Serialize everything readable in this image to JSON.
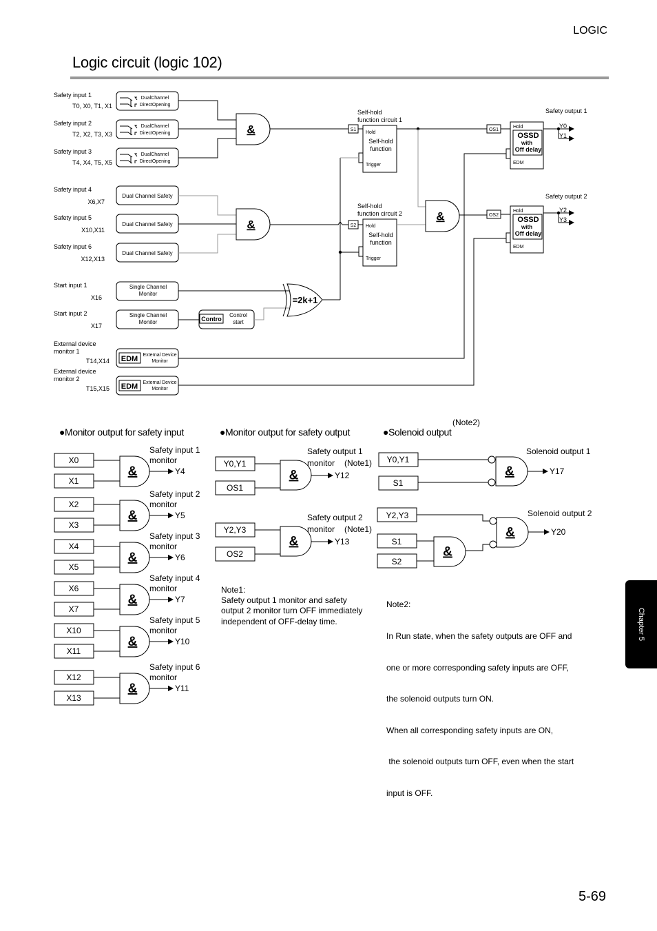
{
  "header": {
    "section": "LOGIC",
    "title": "Logic circuit (logic 102)",
    "page_number": "5-69",
    "chapter_tab": "Chapter 5"
  },
  "diagram": {
    "and_symbol": "&",
    "xor_label": "=2k+1",
    "safety_inputs": [
      {
        "label": "Safety input 1",
        "terminals": "T0, X0, T1, X1",
        "block1": "DualChannel",
        "block2": "DirectOpening"
      },
      {
        "label": "Safety input 2",
        "terminals": "T2, X2, T3, X3",
        "block1": "DualChannel",
        "block2": "DirectOpening"
      },
      {
        "label": "Safety input 3",
        "terminals": "T4, X4, T5, X5",
        "block1": "DualChannel",
        "block2": "DirectOpening"
      },
      {
        "label": "Safety input 4",
        "terminals": "X6,X7",
        "block1": "Dual Channel Safety"
      },
      {
        "label": "Safety input 5",
        "terminals": "X10,X11",
        "block1": "Dual Channel Safety"
      },
      {
        "label": "Safety input 6",
        "terminals": "X12,X13",
        "block1": "Dual Channel Safety"
      }
    ],
    "selfhold": [
      {
        "title1": "Self-hold",
        "title2": "function circuit 1",
        "tag": "S1",
        "hold": "Hold",
        "body1": "Self-hold",
        "body2": "function",
        "trigger": "Trigger"
      },
      {
        "title1": "Self-hold",
        "title2": "function circuit 2",
        "tag": "S2",
        "hold": "Hold",
        "body1": "Self-hold",
        "body2": "function",
        "trigger": "Trigger"
      }
    ],
    "ossd": [
      {
        "tag": "OS1",
        "title": "Safety output 1",
        "hold": "Hold",
        "l1": "OSSD",
        "l2": "with",
        "l3": "Off delay",
        "edm": "EDM",
        "out1": "Y0",
        "out2": "Y1"
      },
      {
        "tag": "OS2",
        "title": "Safety output 2",
        "hold": "Hold",
        "l1": "OSSD",
        "l2": "with",
        "l3": "Off delay",
        "edm": "EDM",
        "out1": "Y2",
        "out2": "Y3"
      }
    ],
    "start_inputs": [
      {
        "label": "Start input 1",
        "terminal": "X16",
        "block1": "Single Channel",
        "block2": "Monitor"
      },
      {
        "label": "Start input 2",
        "terminal": "X17",
        "block1": "Single Channel",
        "block2": "Monitor"
      }
    ],
    "control": {
      "tag": "Contro",
      "l1": "Control",
      "l2": "start"
    },
    "edm_inputs": [
      {
        "label1": "External device",
        "label2": "monitor 1",
        "terminals": "T14,X14",
        "tag": "EDM",
        "block1": "External Device",
        "block2": "Monitor"
      },
      {
        "label1": "External device",
        "label2": "monitor 2",
        "terminals": "T15,X15",
        "tag": "EDM",
        "block1": "External Device",
        "block2": "Monitor"
      }
    ]
  },
  "monitor_safety_input": {
    "heading": "●Monitor output for safety input",
    "items": [
      {
        "in1": "X0",
        "in2": "X1",
        "label1": "Safety input 1",
        "label2": "monitor",
        "out": "Y4"
      },
      {
        "in1": "X2",
        "in2": "X3",
        "label1": "Safety input 2",
        "label2": "monitor",
        "out": "Y5"
      },
      {
        "in1": "X4",
        "in2": "X5",
        "label1": "Safety input 3",
        "label2": "monitor",
        "out": "Y6"
      },
      {
        "in1": "X6",
        "in2": "X7",
        "label1": "Safety input 4",
        "label2": "monitor",
        "out": "Y7"
      },
      {
        "in1": "X10",
        "in2": "X11",
        "label1": "Safety input 5",
        "label2": "monitor",
        "out": "Y10"
      },
      {
        "in1": "X12",
        "in2": "X13",
        "label1": "Safety input 6",
        "label2": "monitor",
        "out": "Y11"
      }
    ]
  },
  "monitor_safety_output": {
    "heading": "●Monitor output for safety output",
    "items": [
      {
        "in1": "Y0,Y1",
        "in2": "OS1",
        "label1": "Safety output 1",
        "label2": "monitor",
        "note": "(Note1)",
        "out": "Y12"
      },
      {
        "in1": "Y2,Y3",
        "in2": "OS2",
        "label1": "Safety output 2",
        "label2": "monitor",
        "note": "(Note1)",
        "out": "Y13"
      }
    ]
  },
  "solenoid": {
    "heading": "●Solenoid output",
    "note_ref": "(Note2)",
    "items": [
      {
        "in1": "Y0,Y1",
        "in2": "S1",
        "label": "Solenoid output 1",
        "out": "Y17"
      },
      {
        "in1": "Y2,Y3",
        "in2": "S1",
        "in3": "S2",
        "label": "Solenoid output 2",
        "out": "Y20"
      }
    ]
  },
  "notes": {
    "note1": [
      "Note1:",
      "Safety output 1 monitor and safety",
      "output 2 monitor turn OFF immediately",
      "independent of OFF-delay time."
    ],
    "note2": [
      "Note2:",
      "In Run state, when the safety outputs are OFF and",
      "one or more corresponding safety inputs are OFF,",
      "the solenoid outputs turn ON.",
      "When all corresponding safety inputs are ON,",
      " the solenoid outputs turn OFF, even when the start",
      "input is OFF."
    ]
  }
}
